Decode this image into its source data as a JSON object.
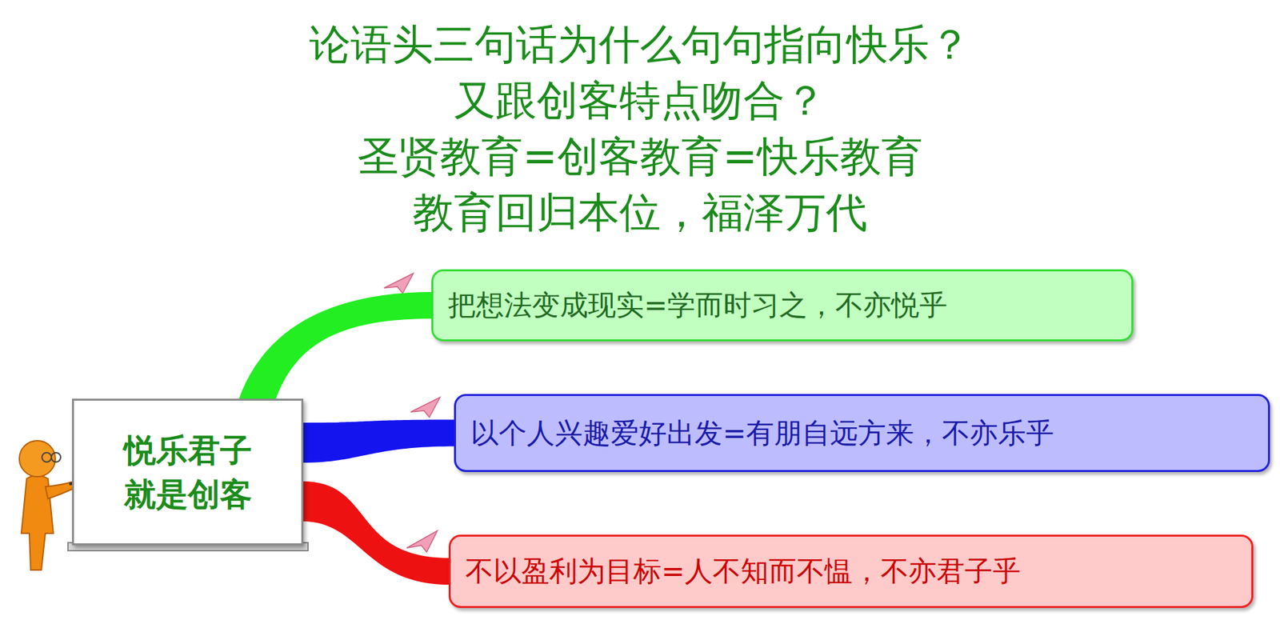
{
  "diagram": {
    "title": "论语头三句话为什么句句指向快乐？ 又跟创客特点吻合？ 圣贤教育=创客教育=快乐教育 教育回归本位，福泽万代",
    "nodes": [
      {
        "text": [
          "悦乐君子 就是创客"
        ]
      },
      {
        "text": [
          "把想法变成现实=学而时习之，不亦悦乎"
        ]
      },
      {
        "text": [
          "以个人兴趣爱好出发=有朋自远方来，不亦乐乎"
        ]
      },
      {
        "text": [
          "不以盈利为目标=人不知而不愠，不亦君子乎"
        ]
      }
    ],
    "edges": [
      {
        "from": 0,
        "to": 1,
        "arrow": "none"
      },
      {
        "from": 0,
        "to": 2,
        "arrow": "none"
      },
      {
        "from": 0,
        "to": 3,
        "arrow": "none"
      }
    ]
  }
}
